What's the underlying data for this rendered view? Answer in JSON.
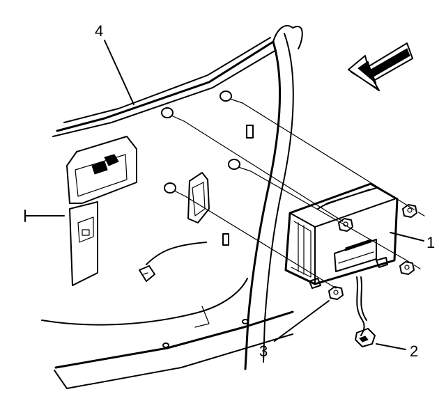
{
  "diagram": {
    "callouts": [
      {
        "id": "1",
        "label": "1"
      },
      {
        "id": "2",
        "label": "2"
      },
      {
        "id": "3",
        "label": "3"
      },
      {
        "id": "4",
        "label": "4"
      }
    ],
    "icons": {
      "direction_arrow": "direction-arrow-icon"
    }
  }
}
